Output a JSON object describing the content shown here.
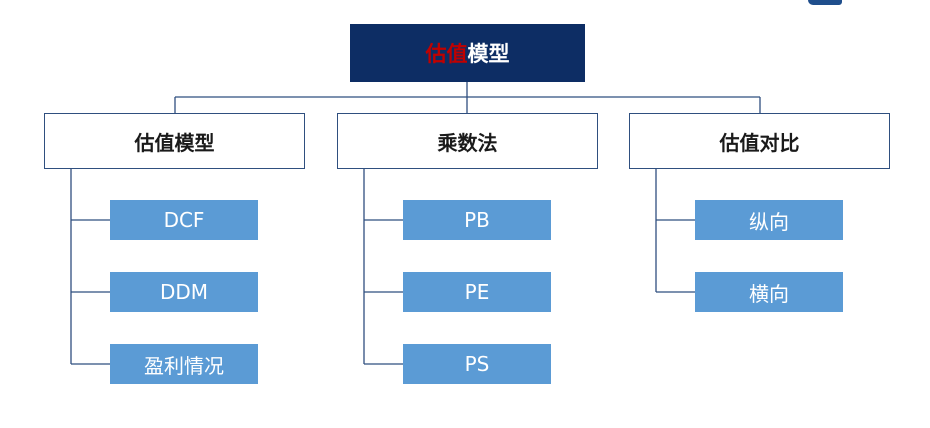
{
  "diagram": {
    "root": {
      "label_accent": "估值",
      "label_rest": "模型"
    },
    "categories": [
      {
        "label": "估值模型",
        "items": [
          "DCF",
          "DDM",
          "盈利情况"
        ]
      },
      {
        "label": "乘数法",
        "items": [
          "PB",
          "PE",
          "PS"
        ]
      },
      {
        "label": "估值对比",
        "items": [
          "纵向",
          "横向"
        ]
      }
    ]
  },
  "colors": {
    "root_fill": "#0d2d64",
    "root_accent_text": "#c00000",
    "category_border": "#2f4f7f",
    "leaf_fill": "#5b9bd5",
    "connector": "#2f4f7f"
  }
}
